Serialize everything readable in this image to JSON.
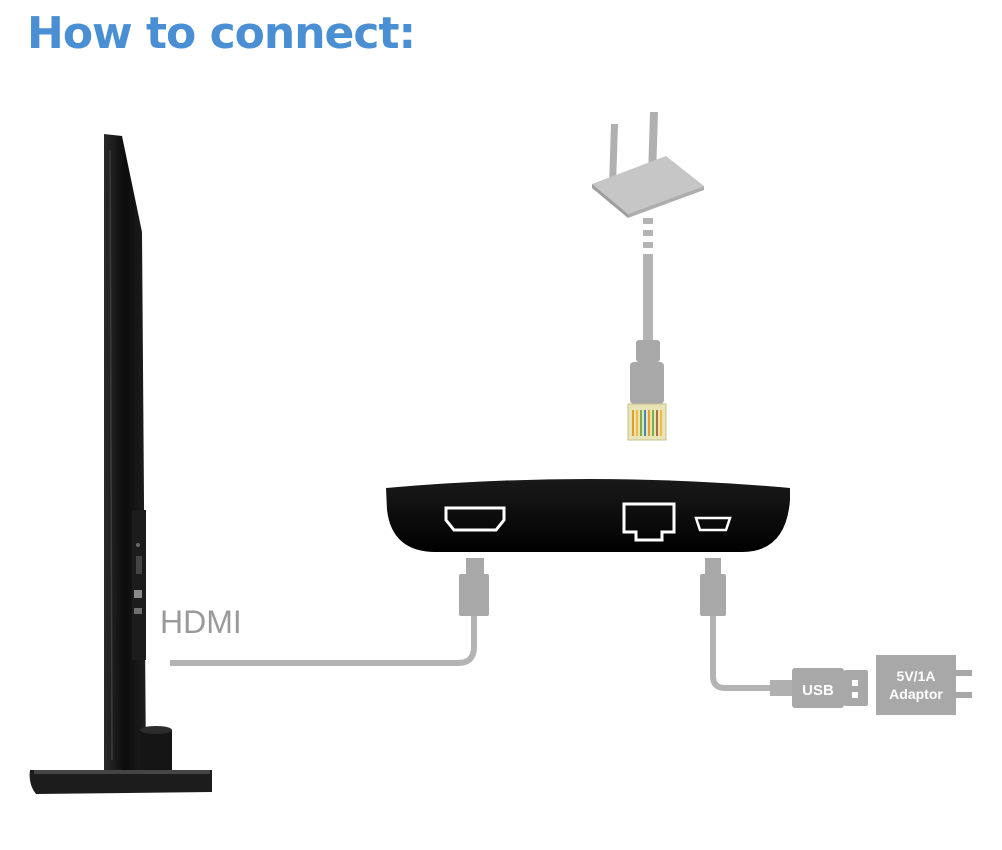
{
  "title": "How to connect:",
  "labels": {
    "hdmi": "HDMI",
    "usb": "USB",
    "adaptor_line1": "5V/1A",
    "adaptor_line2": "Adaptor"
  },
  "colors": {
    "title": "#4a8fd4",
    "cable": "#b3b3b3",
    "plug": "#a6a6a6",
    "label_gray": "#9a9a9a",
    "device": "#0a0a0a",
    "tv": "#111111"
  },
  "icons": [
    "tv-icon",
    "router-icon",
    "ethernet-plug-icon",
    "streaming-box-icon",
    "hdmi-port-icon",
    "ethernet-port-icon",
    "micro-usb-port-icon",
    "usb-plug-icon",
    "power-adaptor-icon"
  ]
}
